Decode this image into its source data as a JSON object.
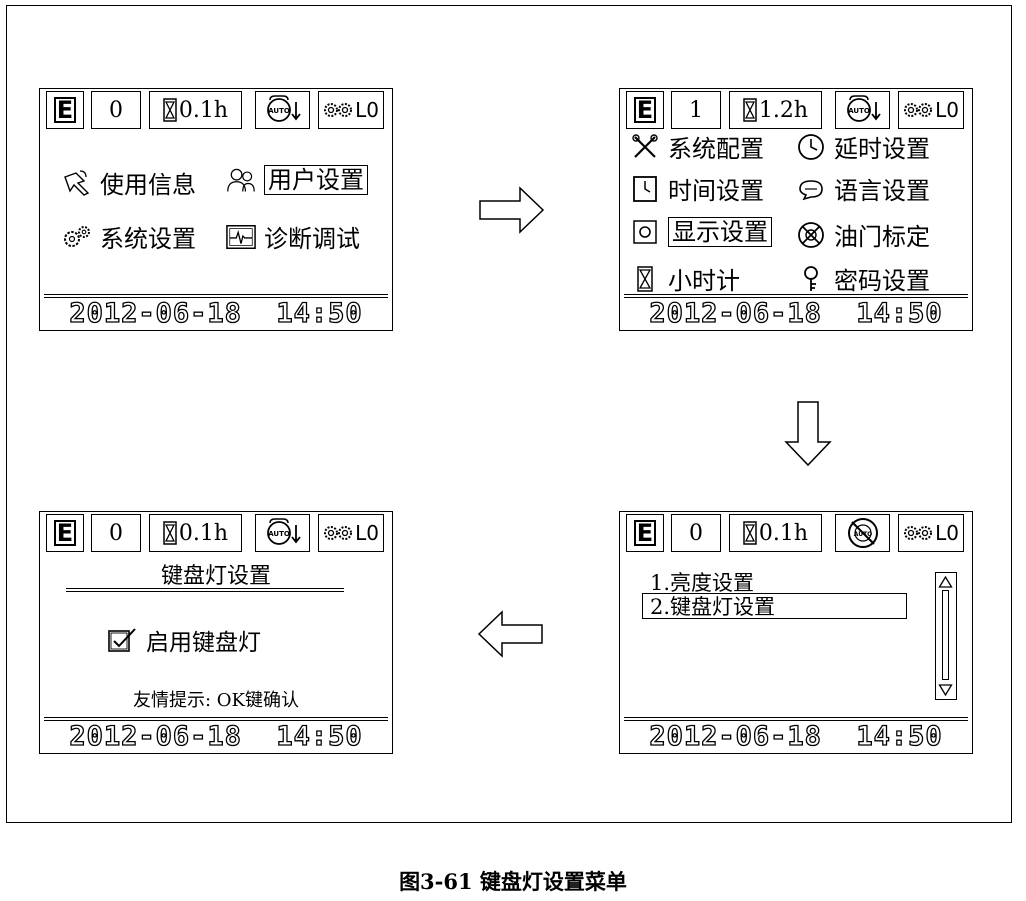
{
  "status": {
    "mode_letter": "E",
    "count_s1": "0",
    "count_s2": "1",
    "count_s3": "0",
    "count_s4": "0",
    "hours_s1": "0.1h",
    "hours_s2": "1.2h",
    "hours_s3": "0.1h",
    "hours_s4": "0.1h",
    "auto_text": "AUTO",
    "lo_text": "L0"
  },
  "datetime": "2012-06-18  14:50",
  "screen1": {
    "items": [
      "使用信息",
      "用户设置",
      "系统设置",
      "诊断调试"
    ]
  },
  "screen2": {
    "items": [
      "系统配置",
      "延时设置",
      "时间设置",
      "语言设置",
      "显示设置",
      "油门标定",
      "小时计",
      "密码设置"
    ]
  },
  "screen3": {
    "items": [
      "1.亮度设置",
      "2.键盘灯设置"
    ]
  },
  "screen4": {
    "title": "键盘灯设置",
    "checkbox_label": "启用键盘灯",
    "hint": "友情提示: OK键确认"
  },
  "caption": "图3-61 键盘灯设置菜单"
}
